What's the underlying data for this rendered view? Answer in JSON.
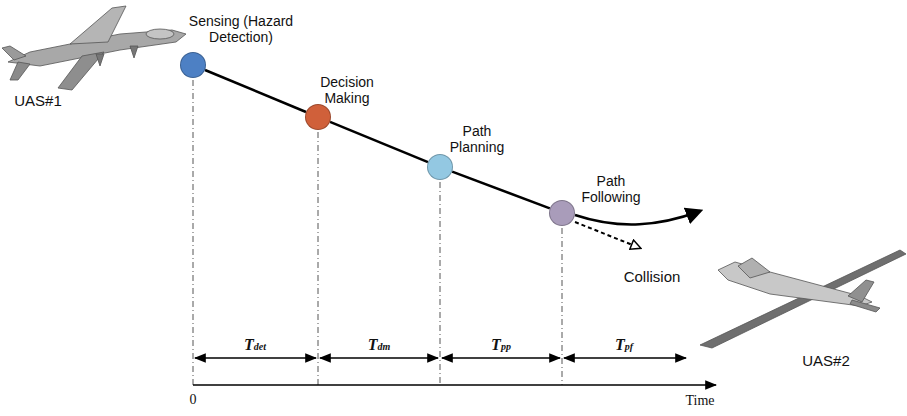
{
  "diagram": {
    "nodes": [
      {
        "text": [
          "Sensing (Hazard Detection)"
        ]
      },
      {
        "text": [
          "Decision Making"
        ]
      },
      {
        "text": [
          "Path Planning"
        ]
      },
      {
        "text": [
          "Path Following"
        ]
      }
    ],
    "edges": [
      {
        "from": 0,
        "to": 1,
        "arrow": "none"
      },
      {
        "from": 1,
        "to": 2,
        "arrow": "none"
      },
      {
        "from": 2,
        "to": 3,
        "arrow": "none"
      }
    ],
    "labels": [
      "UAS#1",
      "Collision",
      "UAS#2",
      "Tdet",
      "Tdm",
      "Tpp",
      "Tpf",
      "0",
      "Time"
    ]
  }
}
